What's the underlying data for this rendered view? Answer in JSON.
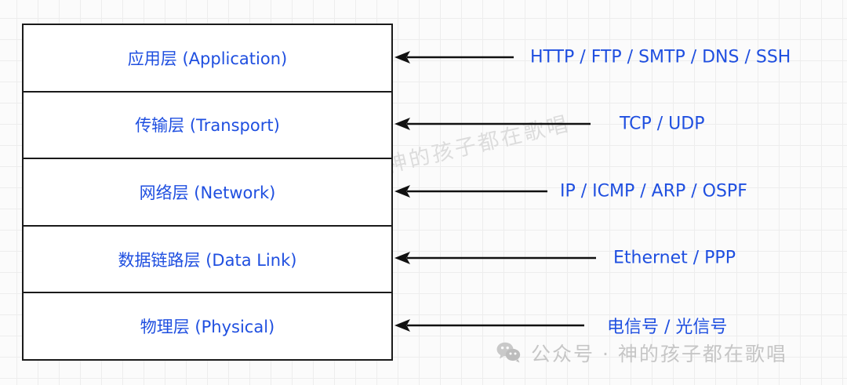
{
  "diagram": {
    "title_watermark": "公众号 神的孩子都在歌唱",
    "accent_color": "#1f4fe0",
    "line_color": "#1a1a1a",
    "grid_color": "#ededed",
    "background_color": "#fbfbfb",
    "layers": [
      {
        "label": "应用层 (Application)",
        "name_zh": "应用层",
        "name_en": "Application",
        "protocols": "HTTP / FTP / SMTP / DNS / SSH",
        "arrow_length": 152
      },
      {
        "label": "传输层 (Transport)",
        "name_zh": "传输层",
        "name_en": "Transport",
        "protocols": "TCP / UDP",
        "arrow_length": 250
      },
      {
        "label": "网络层 (Network)",
        "name_zh": "网络层",
        "name_en": "Network",
        "protocols": "IP / ICMP / ARP / OSPF",
        "arrow_length": 195
      },
      {
        "label": "数据链路层 (Data Link)",
        "name_zh": "数据链路层",
        "name_en": "Data Link",
        "protocols": "Ethernet / PPP",
        "arrow_length": 257
      },
      {
        "label": "物理层 (Physical)",
        "name_zh": "物理层",
        "name_en": "Physical",
        "protocols": "电信号 / 光信号",
        "arrow_length": 242
      }
    ]
  },
  "watermark": {
    "account_prefix": "公众号",
    "separator": "·",
    "account_name": "神的孩子都在歌唱",
    "full_text": "公众号 · 神的孩子都在歌唱",
    "icon": "wechat-icon",
    "color": "#c6c6c6"
  }
}
